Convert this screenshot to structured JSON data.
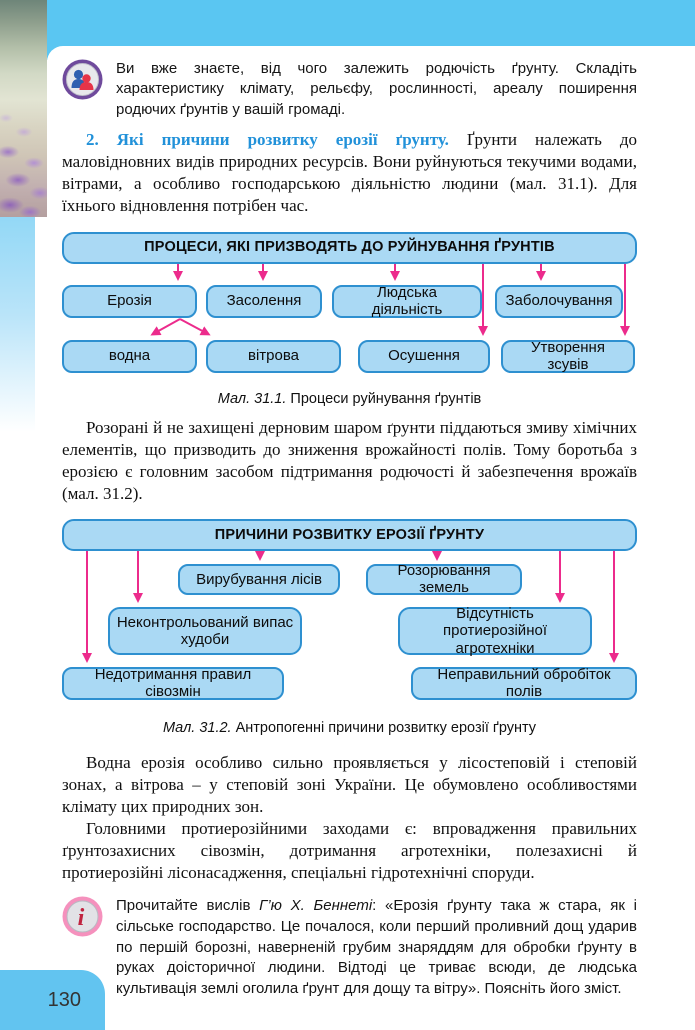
{
  "page": {
    "number": "130"
  },
  "colors": {
    "band_blue": "#5AC6F2",
    "node_fill": "#AAD9F4",
    "node_border": "#2E90D0",
    "arrow_magenta": "#EC2B8C",
    "heading_blue": "#2191D9",
    "page_tab_blue": "#62C4F0"
  },
  "intro": {
    "icon": "people-pair-icon",
    "text": "Ви вже знаєте, від чого залежить родючість ґрунту. Складіть характеристику клімату, рельєфу, рослинності, ареалу поширення родючих ґрунтів у вашій громаді."
  },
  "section2": {
    "heading": "2. Які причини розвитку ерозії ґрунту.",
    "lead": " Ґрунти належать до маловідновних видів природних ресурсів. Вони руйнуються текучими водами, вітрами, а особливо господарською діяльністю людини (мал. 31.1). Для їхнього відновлення потрібен час."
  },
  "figure1": {
    "header": "ПРОЦЕСИ, ЯКІ ПРИЗВОДЯТЬ ДО РУЙНУВАННЯ ҐРУНТІВ",
    "nodes": {
      "eroziya": "Ерозія",
      "zasolennya": "Засолення",
      "lyudska": "Людська діяльність",
      "zabolochuvannya": "Заболочування",
      "vodna": "водна",
      "vitrova": "вітрова",
      "osushennya": "Осушення",
      "zsuvy": "Утворення зсувів"
    },
    "caption_label": "Мал. 31.1.",
    "caption_text": " Процеси руйнування ґрунтів"
  },
  "paragraph_erosion": "Розорані й не захищені дерновим шаром ґрунти піддаються змиву хімічних елементів, що призводить до зниження врожайності полів. Тому боротьба з ерозією є головним засобом підтримання родючості й забезпечення врожаїв (мал. 31.2).",
  "figure2": {
    "header": "ПРИЧИНИ РОЗВИТКУ ЕРОЗІЇ ҐРУНТУ",
    "nodes": {
      "vyrubuvannya": "Вирубування лісів",
      "rozoryuvannya": "Розорювання земель",
      "vypas": "Неконтрольований випас худоби",
      "vidsutnist": "Відсутність протиерозійної агротехніки",
      "sivozminy": "Недотримання правил сівозмін",
      "obrobitok": "Неправильний обробіток полів"
    },
    "caption_label": "Мал. 31.2.",
    "caption_text": " Антропогенні причини розвитку ерозії ґрунту"
  },
  "paragraph_zones": "Водна ерозія особливо сильно проявляється у лісостеповій і степовій зонах, а вітрова – у степовій зоні України. Це обумовлено особливостями клімату цих природних зон.",
  "paragraph_measures": "Головними протиерозійними заходами є: впровадження правильних ґрунтозахисних сівозмін, дотримання агротехніки, полезахисні й протиерозійні лісонасадження, спеціальні гідротехнічні споруди.",
  "info": {
    "icon": "info-icon",
    "prefix": "Прочитайте вислів ",
    "author": "Г’ю Х. Беннеті",
    "text": ": «Ерозія ґрунту така ж стара, як і сільське господарство. Це почалося, коли перший проливний дощ ударив по першій борозні, наверненій грубим знаряддям для обробки ґрунту в руках доісторичної людини. Відтоді це триває всюди, де людська культивація землі оголила ґрунт для дощу та вітру». Поясніть його зміст."
  }
}
